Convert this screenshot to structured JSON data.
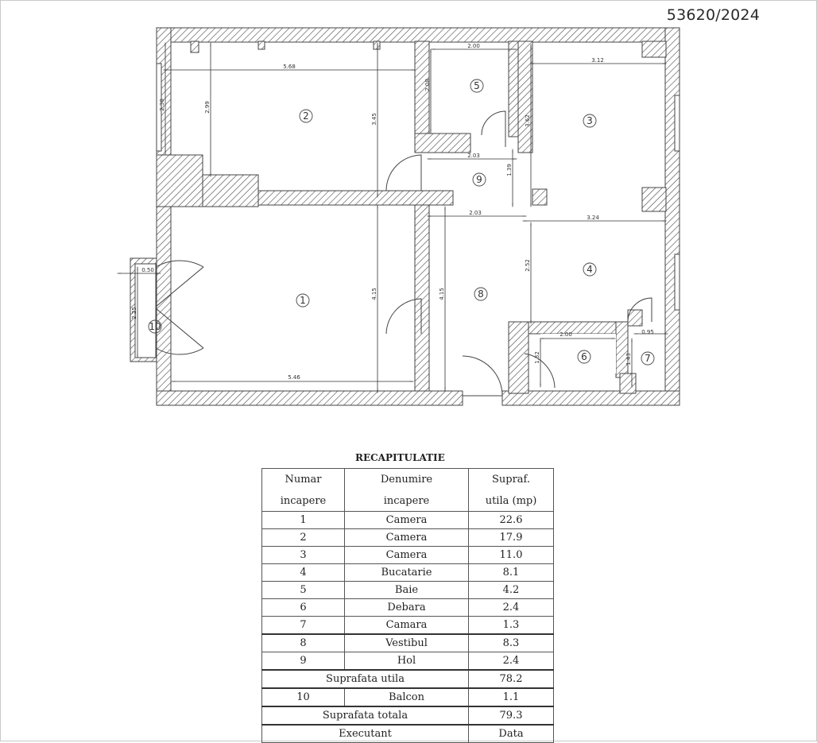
{
  "document_number": "53620/2024",
  "rooms": [
    "1",
    "2",
    "3",
    "4",
    "5",
    "6",
    "7",
    "8",
    "9",
    "10"
  ],
  "dimensions": [
    "5.68",
    "2.30",
    "2.99",
    "3.45",
    "2.00",
    "2.08",
    "3.12",
    "3.62",
    "2.03",
    "1.39",
    "2.03",
    "3.24",
    "2.52",
    "0.50",
    "2.25",
    "4.15",
    "4.15",
    "5.46",
    "2.00",
    "1.32",
    "0.95",
    "1.43"
  ],
  "recap": {
    "title": "RECAPITULATIE",
    "headers": [
      [
        "Numar",
        "incapere"
      ],
      [
        "Denumire",
        "incapere"
      ],
      [
        "Supraf.",
        "utila  (mp)"
      ]
    ],
    "rows": [
      [
        "1",
        "Camera",
        "22.6"
      ],
      [
        "2",
        "Camera",
        "17.9"
      ],
      [
        "3",
        "Camera",
        "11.0"
      ],
      [
        "4",
        "Bucatarie",
        "8.1"
      ],
      [
        "5",
        "Baie",
        "4.2"
      ],
      [
        "6",
        "Debara",
        "2.4"
      ],
      [
        "7",
        "Camara",
        "1.3"
      ],
      [
        "8",
        "Vestibul",
        "8.3"
      ],
      [
        "9",
        "Hol",
        "2.4"
      ]
    ],
    "subtotal": {
      "label": "Suprafata  utila",
      "value": "78.2"
    },
    "balcony": [
      "10",
      "Balcon",
      "1.1"
    ],
    "total": {
      "label": "Suprafata  totala",
      "value": "79.3"
    },
    "footer": [
      "Executant",
      "Data"
    ]
  }
}
